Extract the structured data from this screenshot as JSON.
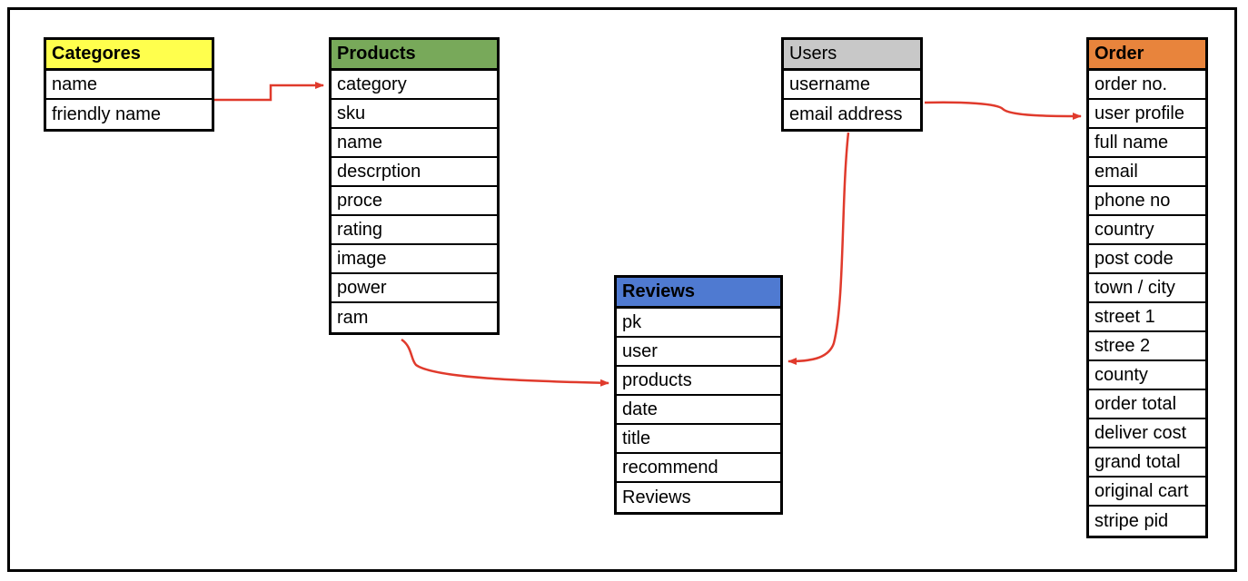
{
  "colors": {
    "categories": "#ffff4d",
    "products": "#78a95a",
    "users": "#c8c8c8",
    "order": "#e8843c",
    "reviews": "#4f7ad1",
    "arrow": "#e03a2c"
  },
  "tables": {
    "categories": {
      "title": "Categores",
      "fields": [
        "name",
        "friendly name"
      ]
    },
    "products": {
      "title": "Products",
      "fields": [
        "category",
        "sku",
        "name",
        "descrption",
        "proce",
        "rating",
        "image",
        "power",
        "ram"
      ]
    },
    "users": {
      "title": "Users",
      "fields": [
        "username",
        "email address"
      ]
    },
    "order": {
      "title": "Order",
      "fields": [
        "order no.",
        "user profile",
        "full name",
        "email",
        "phone no",
        "country",
        "post code",
        "town / city",
        "street 1",
        "stree 2",
        "county",
        "order total",
        "deliver cost",
        "grand total",
        "original cart",
        "stripe pid"
      ]
    },
    "reviews": {
      "title": "Reviews",
      "fields": [
        "pk",
        "user",
        "products",
        "date",
        "title",
        "recommend",
        "Reviews"
      ]
    }
  },
  "relations": [
    {
      "from": "categories.name",
      "to": "products.category"
    },
    {
      "from": "products.ram",
      "to": "reviews.products"
    },
    {
      "from": "users.email address",
      "to": "reviews.user"
    },
    {
      "from": "users.email address",
      "to": "order.user profile"
    }
  ]
}
